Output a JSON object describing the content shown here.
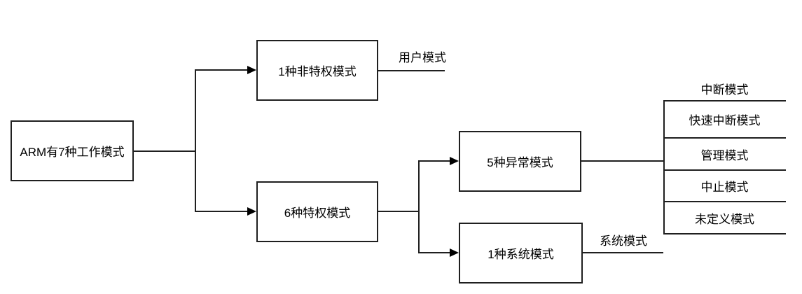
{
  "diagram": {
    "root_label": "ARM有7种工作模式",
    "nonprivileged_label": "1种非特权模式",
    "privileged_label": "6种特权模式",
    "exception_label": "5种异常模式",
    "system_label": "1种系统模式",
    "user_mode_label": "用户模式",
    "system_mode_label": "系统模式",
    "exception_modes": [
      "中断模式",
      "快速中断模式",
      "管理模式",
      "中止模式",
      "未定义模式"
    ]
  },
  "colors": {
    "background": "#ffffff",
    "line": "#1f1f1f",
    "text": "#000000"
  }
}
